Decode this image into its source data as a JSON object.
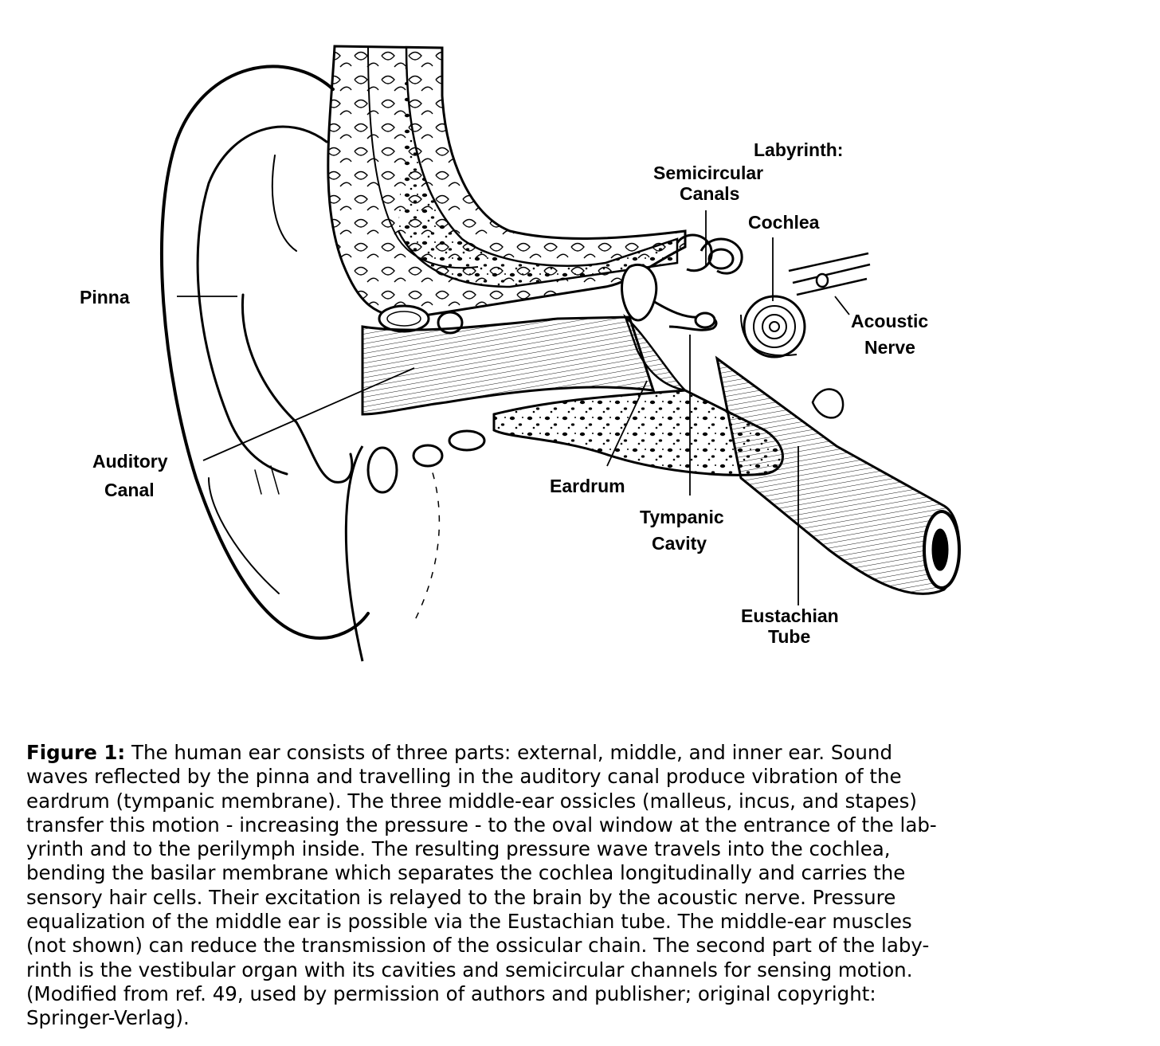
{
  "labels": {
    "labyrinth": "Labyrinth:",
    "semicircular_1": "Semicircular",
    "semicircular_2": "Canals",
    "cochlea": "Cochlea",
    "pinna": "Pinna",
    "acoustic_1": "Acoustic",
    "acoustic_2": "Nerve",
    "auditory_1": "Auditory",
    "auditory_2": "Canal",
    "eardrum": "Eardrum",
    "tympanic_1": "Tympanic",
    "tympanic_2": "Cavity",
    "eustachian_1": "Eustachian",
    "eustachian_2": "Tube"
  },
  "caption": {
    "label": "Figure 1:",
    "lines": [
      " The human ear consists of three parts: external, middle, and inner ear. Sound",
      "waves reflected by the pinna and travelling in the auditory canal produce vibration of the",
      "eardrum (tympanic membrane). The three middle-ear ossicles (malleus, incus, and stapes)",
      "transfer this motion - increasing the pressure - to the oval window at the entrance of the lab-",
      "yrinth and to the perilymph inside. The resulting pressure wave travels into the cochlea,",
      "bending the basilar membrane which separates the cochlea longitudinally and carries the",
      "sensory hair cells. Their excitation is relayed to the brain by the acoustic nerve. Pressure",
      "equalization of the middle ear is possible via the Eustachian tube. The middle-ear muscles",
      "(not shown) can reduce the transmission of the ossicular chain. The second part of the laby-",
      "rinth is the vestibular organ with its cavities and semicircular channels for sensing motion.",
      "(Modified from ref. 49, used by permission of authors and publisher; original copyright:",
      "Springer-Verlag)."
    ]
  }
}
